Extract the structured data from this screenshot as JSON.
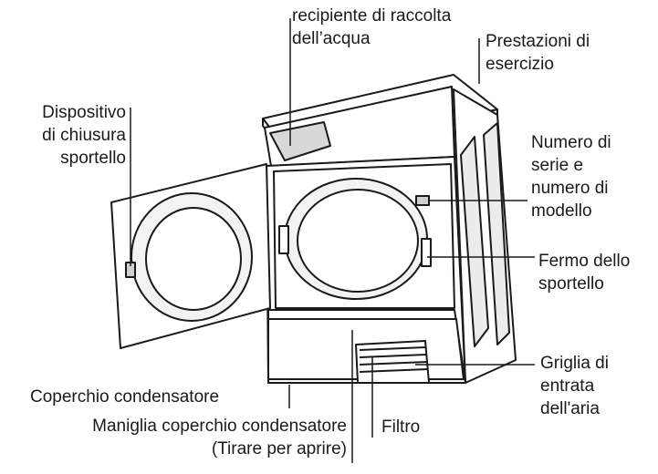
{
  "labels": {
    "water_container": [
      "recipiente di raccolta",
      "dell’acqua"
    ],
    "performance": [
      "Prestazioni di",
      "esercizio"
    ],
    "door_lock": [
      "Dispositivo",
      "di chiusura",
      "sportello"
    ],
    "serial_number": [
      "Numero di",
      "serie e",
      "numero di",
      "modello"
    ],
    "door_stop": [
      "Fermo dello",
      "sportello"
    ],
    "air_grille": [
      "Griglia di",
      "entrata",
      "dell'aria"
    ],
    "condenser_cover": [
      "Coperchio condensatore"
    ],
    "condenser_handle": [
      "Maniglia coperchio condensatore",
      "(Tirare per aprire)"
    ],
    "filter": [
      "Filtro"
    ]
  },
  "colors": {
    "stroke": "#1a1a1a",
    "fill": "#ffffff",
    "shade": "#e6e6e6"
  }
}
